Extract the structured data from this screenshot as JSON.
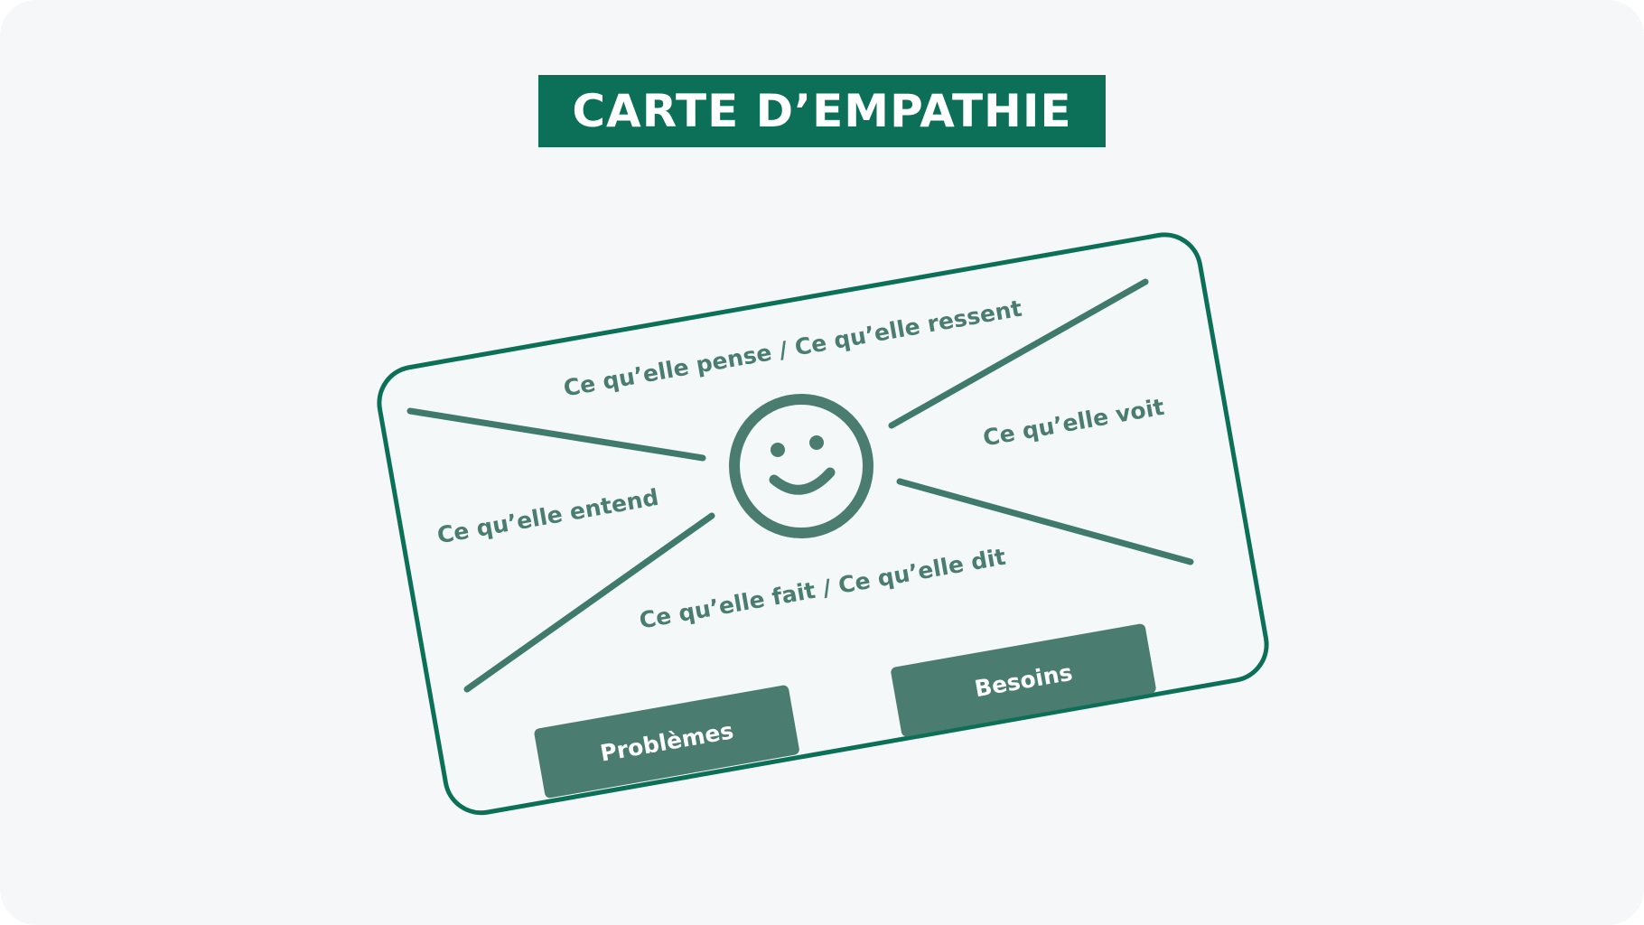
{
  "title": "CARTE D’EMPATHIE",
  "colors": {
    "background": "#f5f7f9",
    "banner": "#0c7058",
    "card_border": "#0c7058",
    "lines": "#3f7a6c",
    "text": "#4a7d70",
    "button_fill": "#4a7d70",
    "button_text": "#ffffff"
  },
  "card": {
    "center_icon": "smiley-face-icon",
    "sections": {
      "pense_ressent": "Ce qu’elle pense / Ce qu’elle ressent",
      "voit": "Ce qu’elle voit",
      "entend": "Ce qu’elle entend",
      "fait_dit": "Ce qu’elle fait / Ce qu’elle dit"
    },
    "buttons": {
      "problemes": "Problèmes",
      "besoins": "Besoins"
    }
  }
}
